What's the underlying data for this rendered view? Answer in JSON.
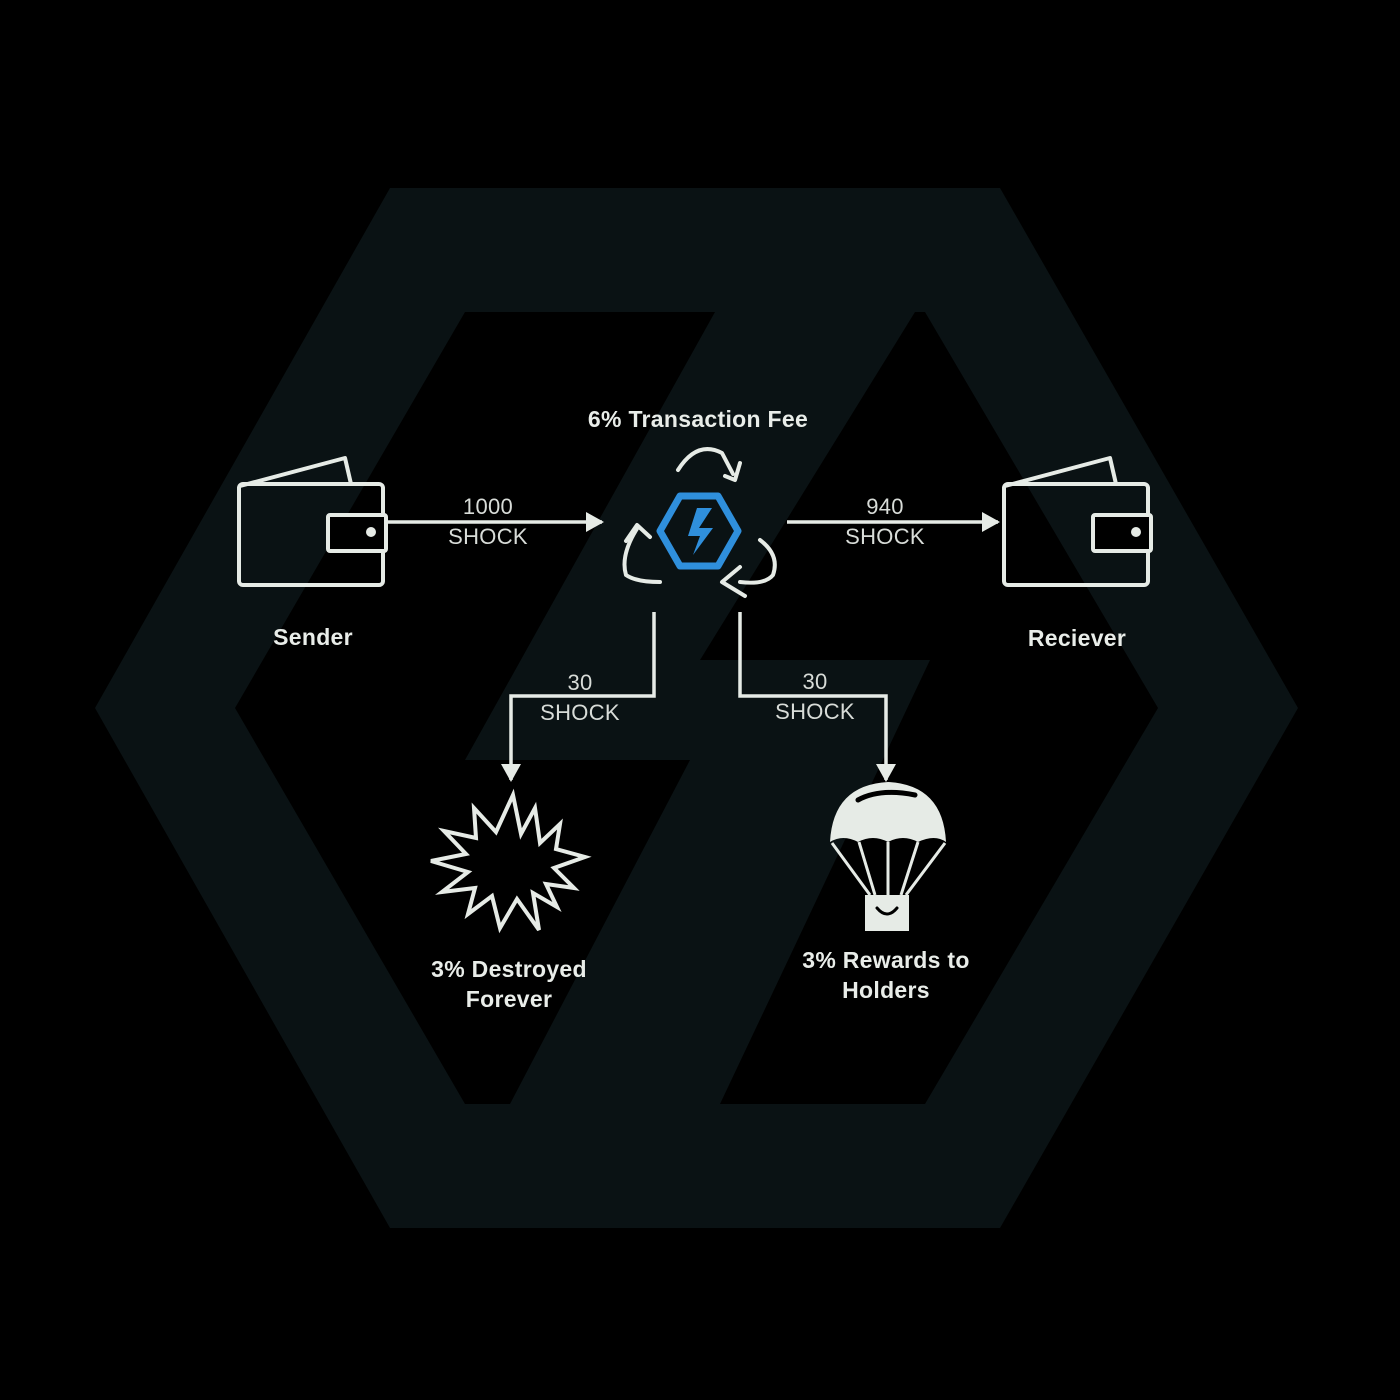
{
  "colors": {
    "background": "#000000",
    "watermark": "#0a1214",
    "line": "#e6ebe6",
    "text": "#e9ede9",
    "accent_blue": "#2f8fdc"
  },
  "nodes": {
    "sender": {
      "label": "Sender",
      "icon": "wallet-icon"
    },
    "receiver": {
      "label": "Reciever",
      "icon": "wallet-icon"
    },
    "fee": {
      "label": "6% Transaction Fee",
      "icon": "recycle-lightning-hexagon-icon"
    },
    "burn": {
      "label_line1": "3% Destroyed",
      "label_line2": "Forever",
      "icon": "explosion-icon"
    },
    "rewards": {
      "label_line1": "3% Rewards to",
      "label_line2": "Holders",
      "icon": "parachute-icon"
    }
  },
  "flows": {
    "send": {
      "amount": "1000",
      "unit": "SHOCK"
    },
    "receive": {
      "amount": "940",
      "unit": "SHOCK"
    },
    "burn": {
      "amount": "30",
      "unit": "SHOCK"
    },
    "reward": {
      "amount": "30",
      "unit": "SHOCK"
    }
  }
}
